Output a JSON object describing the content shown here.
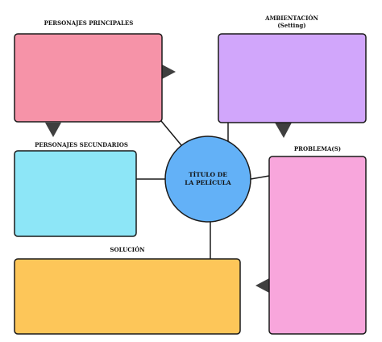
{
  "labels": {
    "main_characters": "PERSONAJES PRINCIPALES",
    "setting": "AMBIENTACIÓN",
    "setting_sub": "(Setting)",
    "secondary_characters": "PERSONAJES SECUNDARIOS",
    "problem": "PROBLEMA(S)",
    "solution": "SOLUCIÓN",
    "title_line1": "TÍTULO DE",
    "title_line2": "LA PELÍCULA"
  },
  "colors": {
    "main_characters_box": "#f693a8",
    "setting_box": "#d1a6fb",
    "secondary_characters_box": "#8de6f7",
    "problem_box": "#f8a6dc",
    "solution_box": "#fdc659",
    "center_circle": "#63b1f7",
    "pointer": "#3f3f3f",
    "stroke": "#1a1a1a"
  }
}
